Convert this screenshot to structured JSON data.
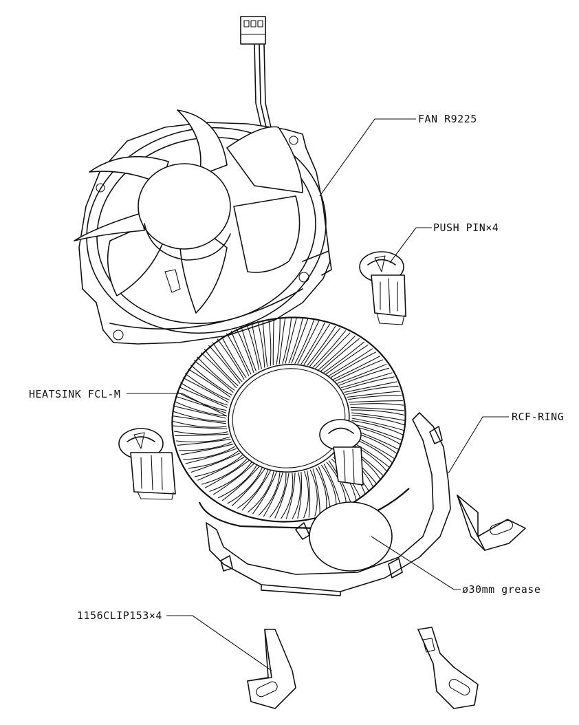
{
  "callouts": {
    "fan": "FAN R9225",
    "push_pin": "PUSH PIN×4",
    "heatsink": "HEATSINK FCL-M",
    "rcf_ring": "RCF-RING",
    "grease": "ø30mm grease",
    "clip": "1156CLIP153×4"
  },
  "colors": {
    "ink": "#111111",
    "paper": "#ffffff"
  }
}
